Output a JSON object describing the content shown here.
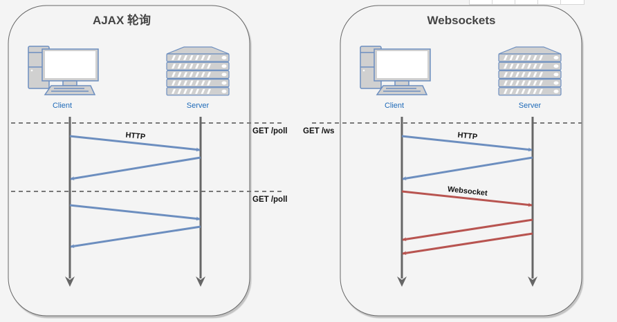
{
  "diagram": {
    "panels": [
      {
        "id": "ajax",
        "title": "AJAX 轮询",
        "client_label": "Client",
        "server_label": "Server",
        "separators": [
          {
            "label": "GET /poll"
          },
          {
            "label": "GET /poll"
          }
        ],
        "messages": [
          {
            "from": "client",
            "to": "server",
            "label": "HTTP",
            "kind": "http"
          },
          {
            "from": "server",
            "to": "client",
            "label": "",
            "kind": "http"
          },
          {
            "from": "client",
            "to": "server",
            "label": "",
            "kind": "http"
          },
          {
            "from": "server",
            "to": "client",
            "label": "",
            "kind": "http"
          }
        ]
      },
      {
        "id": "websockets",
        "title": "Websockets",
        "client_label": "Client",
        "server_label": "Server",
        "separators": [
          {
            "label": "GET /ws"
          }
        ],
        "messages": [
          {
            "from": "client",
            "to": "server",
            "label": "HTTP",
            "kind": "http"
          },
          {
            "from": "server",
            "to": "client",
            "label": "",
            "kind": "http"
          },
          {
            "from": "client",
            "to": "server",
            "label": "Websocket",
            "kind": "websocket"
          },
          {
            "from": "server",
            "to": "client",
            "label": "",
            "kind": "websocket"
          },
          {
            "from": "server",
            "to": "client",
            "label": "",
            "kind": "websocket"
          }
        ]
      }
    ],
    "colors": {
      "background": "#f4f4f4",
      "panel_stroke": "#666666",
      "lifeline": "#666666",
      "http_arrow": "#6c8ebf",
      "websocket_arrow": "#b85450",
      "separator": "#777777",
      "icon_stroke": "#6c8ebf",
      "icon_fill": "#d0d0d0",
      "node_label": "#1e6ab8"
    }
  }
}
